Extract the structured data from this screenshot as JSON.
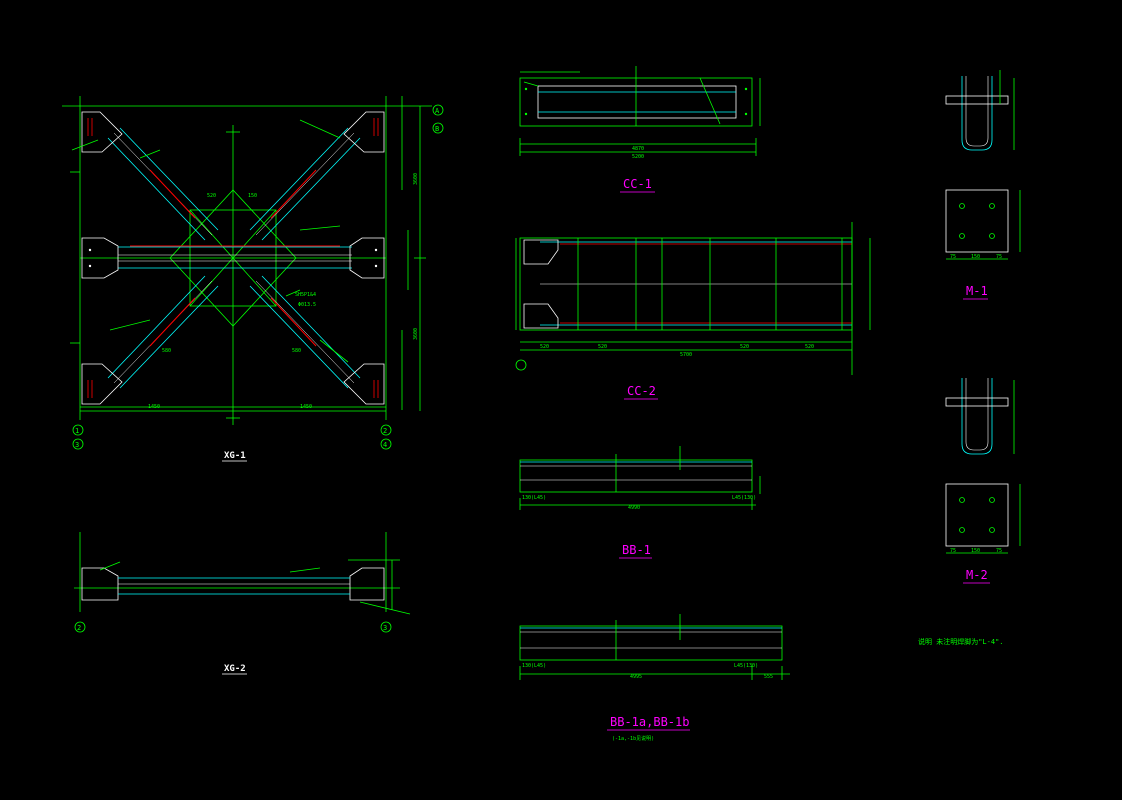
{
  "colors": {
    "background": "#000000",
    "green": "#00ff00",
    "white": "#ffffff",
    "cyan": "#00ffff",
    "red": "#ff0000",
    "magenta": "#ff00ff"
  },
  "drawings": {
    "xg1": {
      "title": "XG-1"
    },
    "xg2": {
      "title": "XG-2"
    },
    "cc1": {
      "title": "CC-1"
    },
    "cc2": {
      "title": "CC-2"
    },
    "bb1": {
      "title": "BB-1"
    },
    "bb1ab": {
      "title": "BB-1a,BB-1b",
      "subtitle": "(-1a,-1b见说明)"
    },
    "m1": {
      "title": "M-1"
    },
    "m2": {
      "title": "M-2"
    }
  },
  "axis_bubbles": {
    "xg1_top_right": [
      "A",
      "B"
    ],
    "xg1_bottom_left": [
      "1",
      "3"
    ],
    "xg1_bottom_right": [
      "2",
      "4"
    ],
    "xg2_left": "2",
    "xg2_right": "3"
  },
  "dimensions": {
    "xg1_bottom_left": "1450",
    "xg1_bottom_right": "1450",
    "xg1_right_upper": "3600",
    "xg1_right_lower": "3600",
    "xg1_center_a": "520",
    "xg1_center_b": "150",
    "xg1_diag_a": "580",
    "xg1_diag_b": "580",
    "xg1_note_a": "SH5P1&4",
    "xg1_note_b": "Φ013.5",
    "cc1_total": "5200",
    "cc1_inner": "4870",
    "cc2_total": "5700",
    "cc2_seg": "520",
    "bb1_total": "4990",
    "bb1_left": "130(L45)",
    "bb1_right": "L45(130)",
    "bb1ab_total": "4995",
    "bb1ab_end": "555",
    "m1_a": "75",
    "m1_b": "150",
    "m1_c": "75",
    "m2_a": "75",
    "m2_b": "150",
    "m2_c": "75"
  },
  "note": "说明 未注明焊脚为\"L-4\"."
}
